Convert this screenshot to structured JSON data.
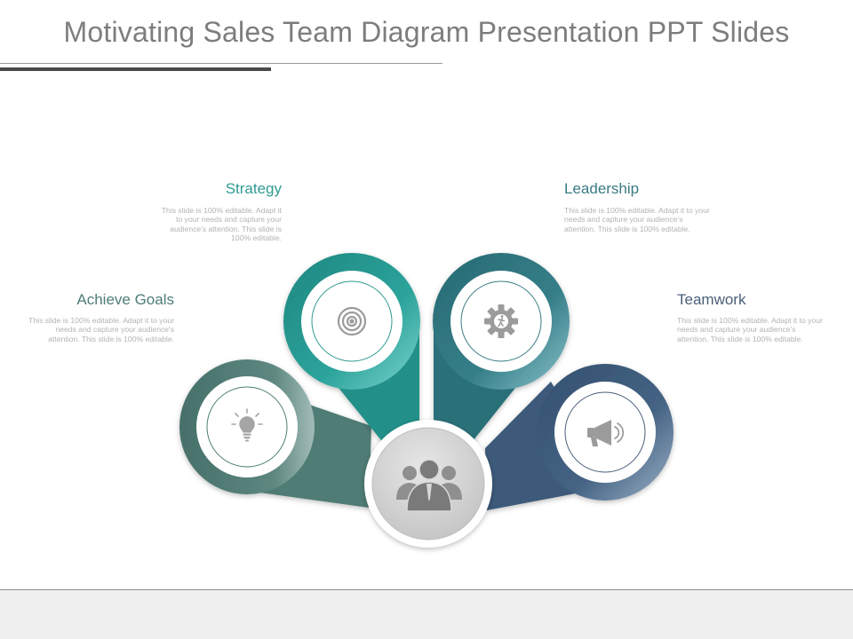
{
  "slide": {
    "title": "Motivating Sales Team Diagram Presentation PPT Slides"
  },
  "items": [
    {
      "heading": "Achieve Goals",
      "text": "This slide is 100% editable. Adapt it to your needs and capture your audience's attention. This slide is 100% editable.",
      "icon": "lightbulb-icon",
      "color": "#4f7b74",
      "heading_color": "#4e7d76"
    },
    {
      "heading": "Strategy",
      "text": "This slide is 100% editable. Adapt it to your needs and capture your audience's attention. This slide is 100% editable.",
      "icon": "target-icon",
      "color": "#269a93",
      "heading_color": "#2f9a93"
    },
    {
      "heading": "Leadership",
      "text": "This slide is 100% editable. Adapt it to your needs and capture your audience's attention. This slide is 100% editable.",
      "icon": "gear-icon",
      "color": "#2f7680",
      "heading_color": "#3a7b84"
    },
    {
      "heading": "Teamwork",
      "text": "This slide is 100% editable. Adapt it to your needs and capture your audience's attention. This slide is 100% editable.",
      "icon": "megaphone-icon",
      "color": "#3d5a7a",
      "heading_color": "#4a5f78"
    }
  ],
  "center": {
    "icon": "team-icon",
    "color": "#d4d4d4"
  }
}
